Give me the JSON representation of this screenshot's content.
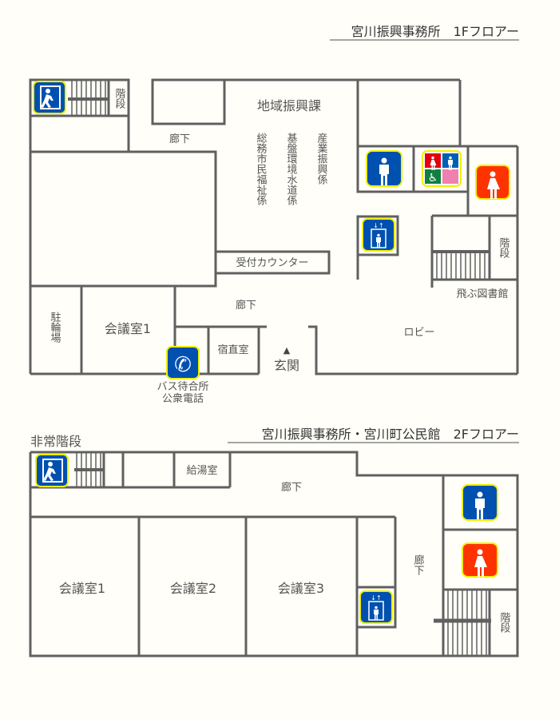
{
  "floor1": {
    "title": "宮川振興事務所　1Fフロアー",
    "rooms": {
      "stairs_left": "階段",
      "corridor_top": "廊下",
      "section": "地域振興課",
      "sub1": "総務市民福祉係",
      "sub2": "基盤環境水道係",
      "sub3": "産業振興係",
      "counter": "受付カウンター",
      "stairs_right": "階段",
      "library": "飛ぶ図書館",
      "corridor_mid": "廊下",
      "bike": "駐輪場",
      "meeting1": "会議室1",
      "night_room": "宿直室",
      "entrance": "玄関",
      "lobby": "ロビー",
      "phone_label_1": "バス待合所",
      "phone_label_2": "公衆電話"
    }
  },
  "floor2": {
    "emergency_stairs": "非常階段",
    "title": "宮川振興事務所・宮川町公民館　2Fフロアー",
    "rooms": {
      "kitchen": "給湯室",
      "corridor": "廊下",
      "corridor_v": "廊下",
      "meeting1": "会議室1",
      "meeting2": "会議室2",
      "meeting3": "会議室3",
      "stairs": "階段"
    }
  },
  "colors": {
    "wall": "#606060",
    "blue": "#0050b0",
    "red": "#ff3300",
    "border": "#f0f000"
  }
}
